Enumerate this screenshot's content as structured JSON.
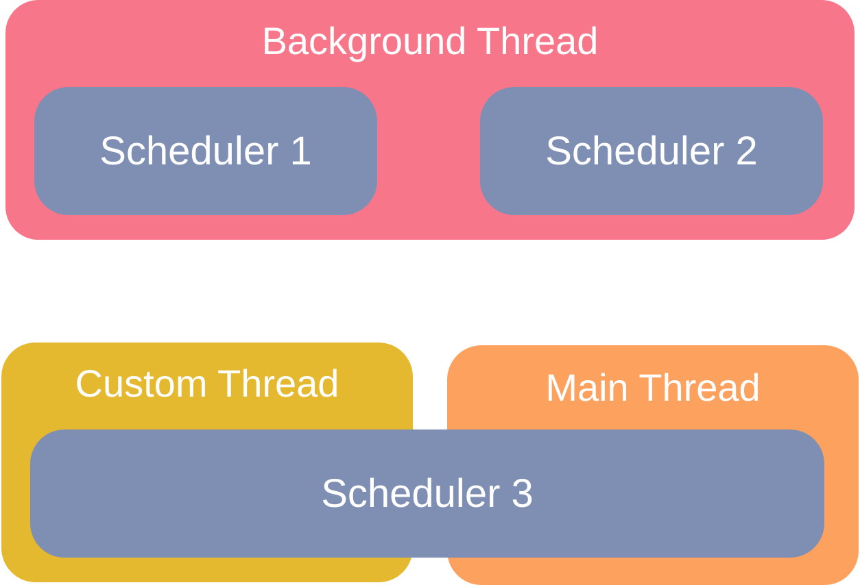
{
  "colors": {
    "background_thread": "#f7768a",
    "scheduler": "#7e8fb3",
    "custom_thread": "#e4b930",
    "main_thread": "#fda15f",
    "text": "#ffffff"
  },
  "threads": {
    "background": {
      "label": "Background Thread"
    },
    "custom": {
      "label": "Custom Thread"
    },
    "main": {
      "label": "Main Thread"
    }
  },
  "schedulers": {
    "s1": {
      "label": "Scheduler 1"
    },
    "s2": {
      "label": "Scheduler 2"
    },
    "s3": {
      "label": "Scheduler 3"
    }
  }
}
